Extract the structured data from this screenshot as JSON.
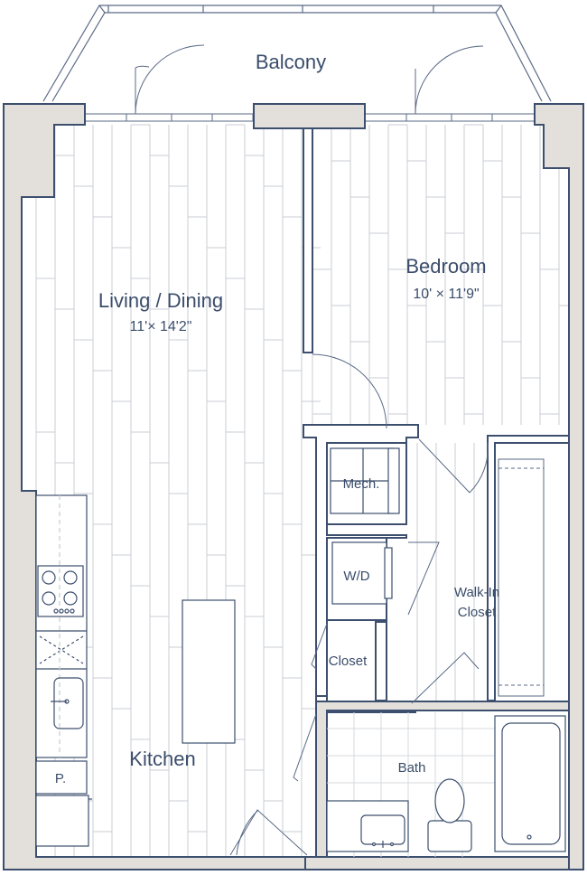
{
  "rooms": {
    "balcony": {
      "name": "Balcony"
    },
    "living_dining": {
      "name": "Living / Dining",
      "dims": "11'× 14'2\""
    },
    "bedroom": {
      "name": "Bedroom",
      "dims": "10' × 11'9\""
    },
    "mech": {
      "name": "Mech."
    },
    "washer_dryer": {
      "name": "W/D"
    },
    "walk_in_closet": {
      "name_line1": "Walk-In",
      "name_line2": "Closet"
    },
    "closet": {
      "name": "Closet"
    },
    "kitchen": {
      "name": "Kitchen"
    },
    "bath": {
      "name": "Bath"
    },
    "pantry": {
      "name": "P."
    }
  },
  "colors": {
    "wall_fill": "#e3dfdb",
    "line": "#3d4f6e",
    "floor_line": "#c9ccd3"
  }
}
